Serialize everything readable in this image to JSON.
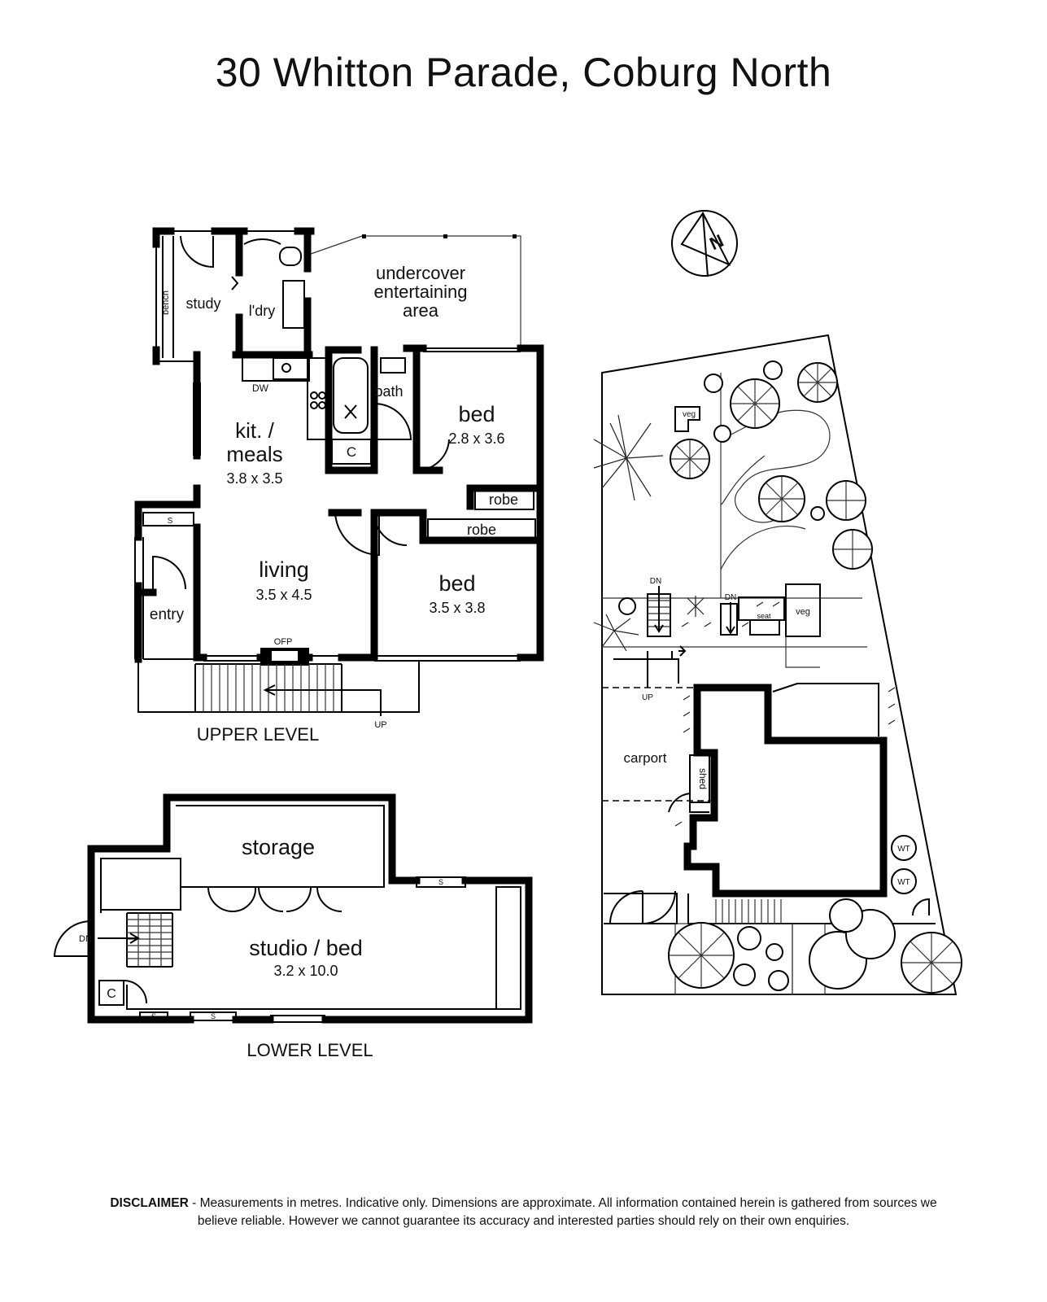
{
  "title": "30 Whitton Parade, Coburg North",
  "upper": {
    "label": "UPPER LEVEL",
    "study": "study",
    "bench": "bench",
    "laundry": "l'dry",
    "entertaining": [
      "undercover",
      "entertaining",
      "area"
    ],
    "dw": "DW",
    "bath": "bath",
    "cupboard": "C",
    "kitchen_name": [
      "kit. /",
      "meals"
    ],
    "kitchen_dim": "3.8 x 3.5",
    "bed1_name": "bed",
    "bed1_dim": "2.8 x 3.6",
    "robe1": "robe",
    "robe2": "robe",
    "bed2_name": "bed",
    "bed2_dim": "3.5 x 3.8",
    "living_name": "living",
    "living_dim": "3.5 x 4.5",
    "shelf": "S",
    "entry": "entry",
    "ofp": "OFP",
    "up": "UP"
  },
  "lower": {
    "label": "LOWER LEVEL",
    "storage": "storage",
    "studio_name": "studio / bed",
    "studio_dim": "3.2 x 10.0",
    "dn": "DN",
    "cupboard": "C",
    "shelf": "S"
  },
  "site": {
    "compass": "N",
    "veg1": "veg",
    "veg2": "veg",
    "dn1": "DN",
    "dn2": "DN",
    "seat": "seat",
    "up": "UP",
    "carport": "carport",
    "shed": "shed",
    "wt1": "WT",
    "wt2": "WT"
  },
  "disclaimer": {
    "lead": "DISCLAIMER",
    "text": " - Measurements in metres. Indicative only. Dimensions are approximate. All information contained herein is gathered from sources we believe reliable. However we cannot guarantee its accuracy and interested parties should rely on their own enquiries."
  }
}
